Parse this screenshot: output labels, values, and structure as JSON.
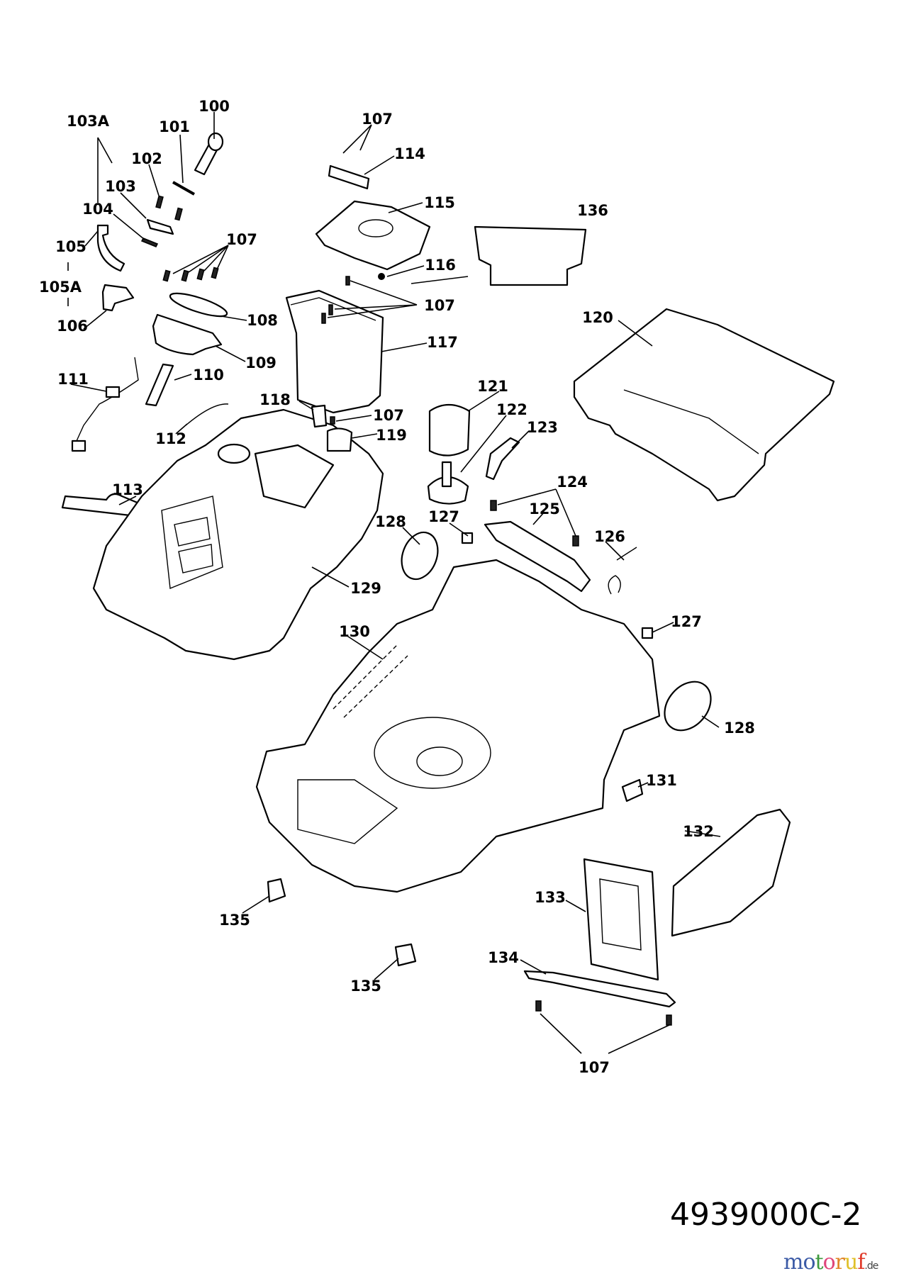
{
  "diagram": {
    "part_labels": [
      "100",
      "101",
      "102",
      "103A",
      "103",
      "104",
      "105",
      "105A",
      "106",
      "107",
      "108",
      "109",
      "110",
      "111",
      "112",
      "113",
      "107",
      "114",
      "115",
      "116",
      "136",
      "107",
      "117",
      "120",
      "121",
      "122",
      "123",
      "118",
      "107",
      "119",
      "124",
      "125",
      "126",
      "127",
      "128",
      "129",
      "130",
      "127",
      "128",
      "131",
      "132",
      "133",
      "134",
      "135",
      "135",
      "107"
    ],
    "drawing_number": "4939000C-2",
    "watermark": {
      "text": "motoruf",
      "suffix": ".de",
      "colors": [
        "#3b5aa6",
        "#3b5aa6",
        "#3e9a3e",
        "#e0457b",
        "#e0862a",
        "#e0c02a",
        "#e03a2a"
      ]
    }
  }
}
